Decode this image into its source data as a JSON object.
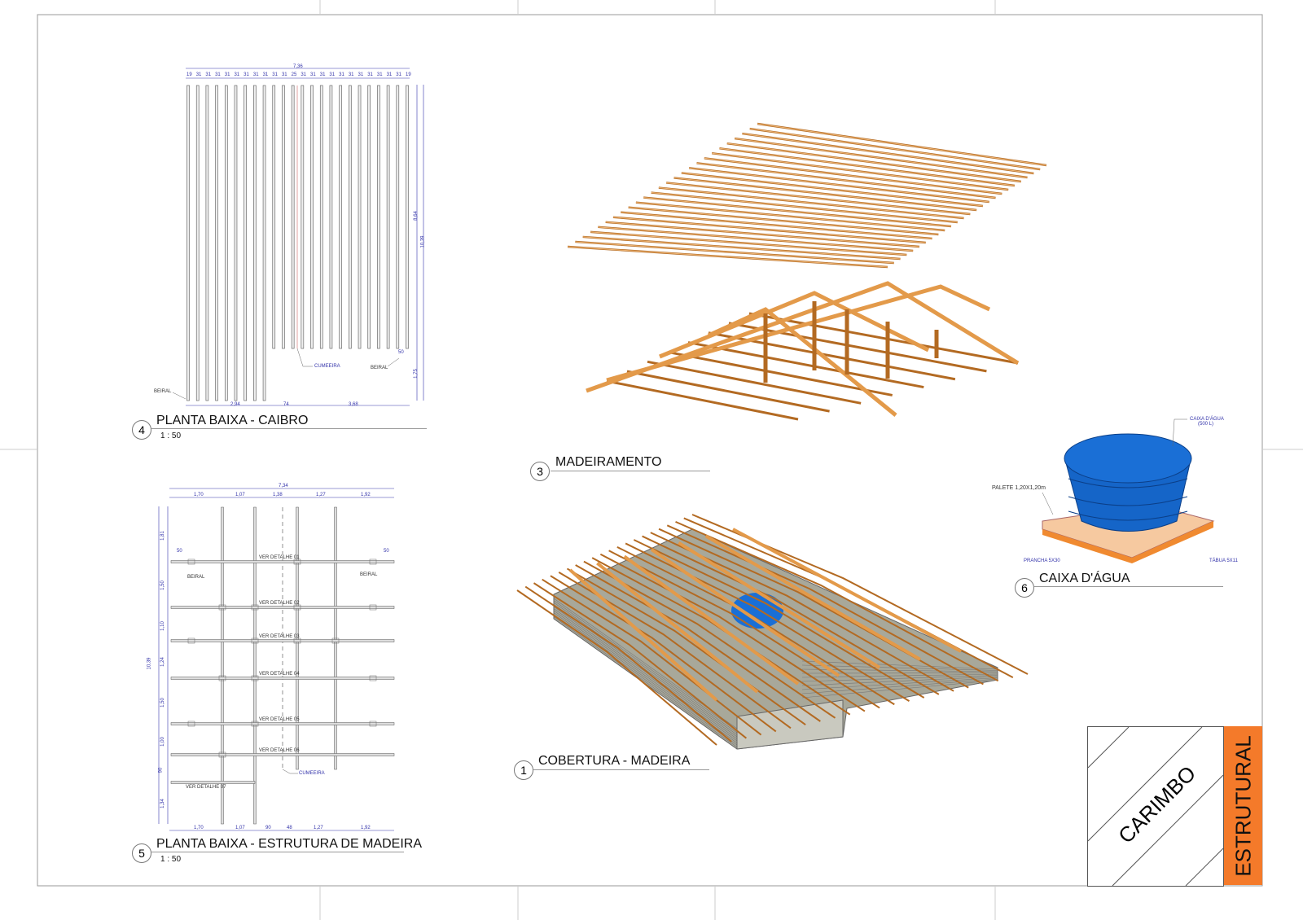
{
  "views": {
    "v4": {
      "number": "4",
      "title": "PLANTA BAIXA - CAIBRO",
      "scale": "1 : 50",
      "dims_top_total": "7,36",
      "dims_top": [
        "19",
        "31",
        "31",
        "31",
        "31",
        "31",
        "31",
        "31",
        "31",
        "31",
        "31",
        "25",
        "31",
        "31",
        "31",
        "31",
        "31",
        "31",
        "31",
        "31",
        "31",
        "31",
        "31",
        "19"
      ],
      "dims_bottom": [
        "2,94",
        "74",
        "3,68"
      ],
      "dims_right": [
        "8,64",
        "1,75"
      ],
      "dim_right_total": "10,39",
      "dim_eave": "50",
      "labels": {
        "beiral_left": "BEIRAL",
        "beiral_right": "BEIRAL",
        "cumeeira": "CUMEEIRA"
      }
    },
    "v5": {
      "number": "5",
      "title": "PLANTA BAIXA - ESTRUTURA DE MADEIRA",
      "scale": "1 : 50",
      "dims_top_total": "7,34",
      "dims_top": [
        "1,70",
        "1,07",
        "1,38",
        "1,27",
        "1,92"
      ],
      "dims_bottom": [
        "1,70",
        "1,07",
        "90",
        "48",
        "1,27",
        "1,92"
      ],
      "dims_left": [
        "1,81",
        "1,50",
        "1,10",
        "1,24",
        "1,50",
        "1,00",
        "90",
        "1,34"
      ],
      "dim_left_total": "10,39",
      "eave_left": "50",
      "eave_right": "50",
      "details": [
        "VER DETALHE 01",
        "VER DETALHE 02",
        "VER DETALHE 03",
        "VER DETALHE 04",
        "VER DETALHE 05",
        "VER DETALHE 06",
        "VER DETALHE 07"
      ],
      "labels": {
        "beiral_left": "BEIRAL",
        "beiral_right": "BEIRAL",
        "cumeeira": "CUMEEIRA"
      }
    },
    "v3": {
      "number": "3",
      "title": "MADEIRAMENTO"
    },
    "v1": {
      "number": "1",
      "title": "COBERTURA - MADEIRA"
    },
    "v6": {
      "number": "6",
      "title": "CAIXA D'ÁGUA",
      "labels": {
        "tank": "CAIXA D'ÁGUA",
        "tank_capacity": "(500 L)",
        "pallet": "PALETE 1,20X1,20m",
        "plank": "PRANCHA 5X30",
        "board": "TÁBUA 5X11"
      }
    }
  },
  "stamp": {
    "label": "CARIMBO",
    "discipline": "ESTRUTURAL"
  },
  "colors": {
    "wood": "#e39a4a",
    "wood_dark": "#b36a22",
    "tank": "#1a6fd6",
    "dimension": "#3333aa",
    "discipline": "#f47a2a"
  }
}
